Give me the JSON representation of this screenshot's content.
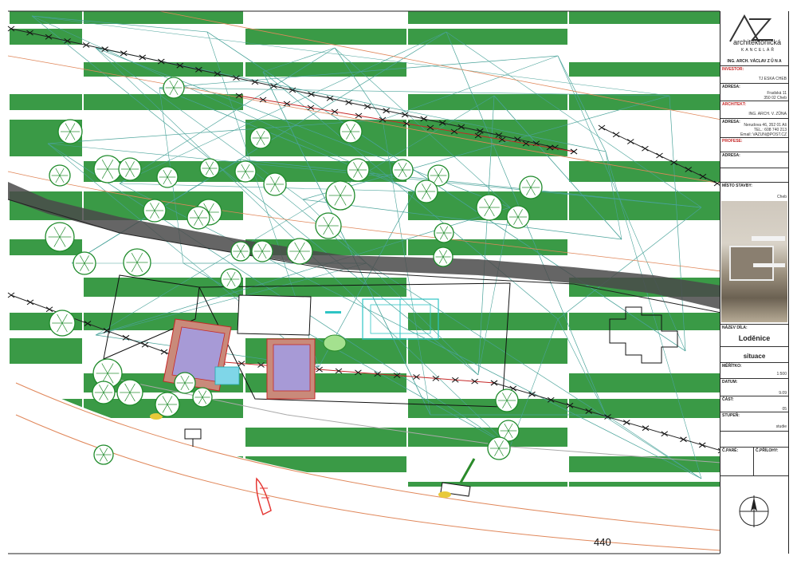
{
  "page_number": "440",
  "title_block": {
    "logo_text": "architektonická",
    "logo_subtext": "KANCELÁŘ",
    "architect_name": "ING. ARCH. VÁCLAV Z Ů N A",
    "investor_label": "INVESTOR:",
    "investor_value": "TJ ESKA CHEB",
    "address_label": "ADRESA:",
    "investor_address_1": "Fradská 11",
    "investor_address_2": "350 02 Cheb",
    "architect_label": "ARCHITEKT:",
    "architect_value": "ING. ARCH. V. ZŮNA",
    "architect_address_1": "Nerudova 46, 352 01 Aš",
    "architect_address_2": "TEL.: 608 740 213",
    "architect_address_3": "Email: VAZUN@POST.CZ",
    "profession_label": "PROFESE:",
    "address2_label": "ADRESA:",
    "place_label": "MÍSTO STAVBY:",
    "place_value": "Cheb",
    "work_label": "NÁZEV DÍLA:",
    "work_value": "Loděnice",
    "drawing_value": "situace",
    "scale_label": "MĚŘÍTKO:",
    "scale_value": "1:500",
    "date_label": "DATUM:",
    "date_value": "9.09",
    "part_label": "ČÁST:",
    "part_value": "05",
    "stage_label": "STUPEŇ:",
    "stage_value": "studie",
    "copy_label": "Č.PARÉ:",
    "attachments_label": "Č.PŘÍLOHY:"
  },
  "colors": {
    "green": "#3a9a46",
    "tree": "#1e8a2a",
    "fence": "#222222",
    "fence_red": "#c62828",
    "contour_teal": "#4aa39a",
    "contour_orange": "#e0875a",
    "road": "#555555",
    "building_lilac": "#a79ad6",
    "boat_red": "#e53935"
  }
}
